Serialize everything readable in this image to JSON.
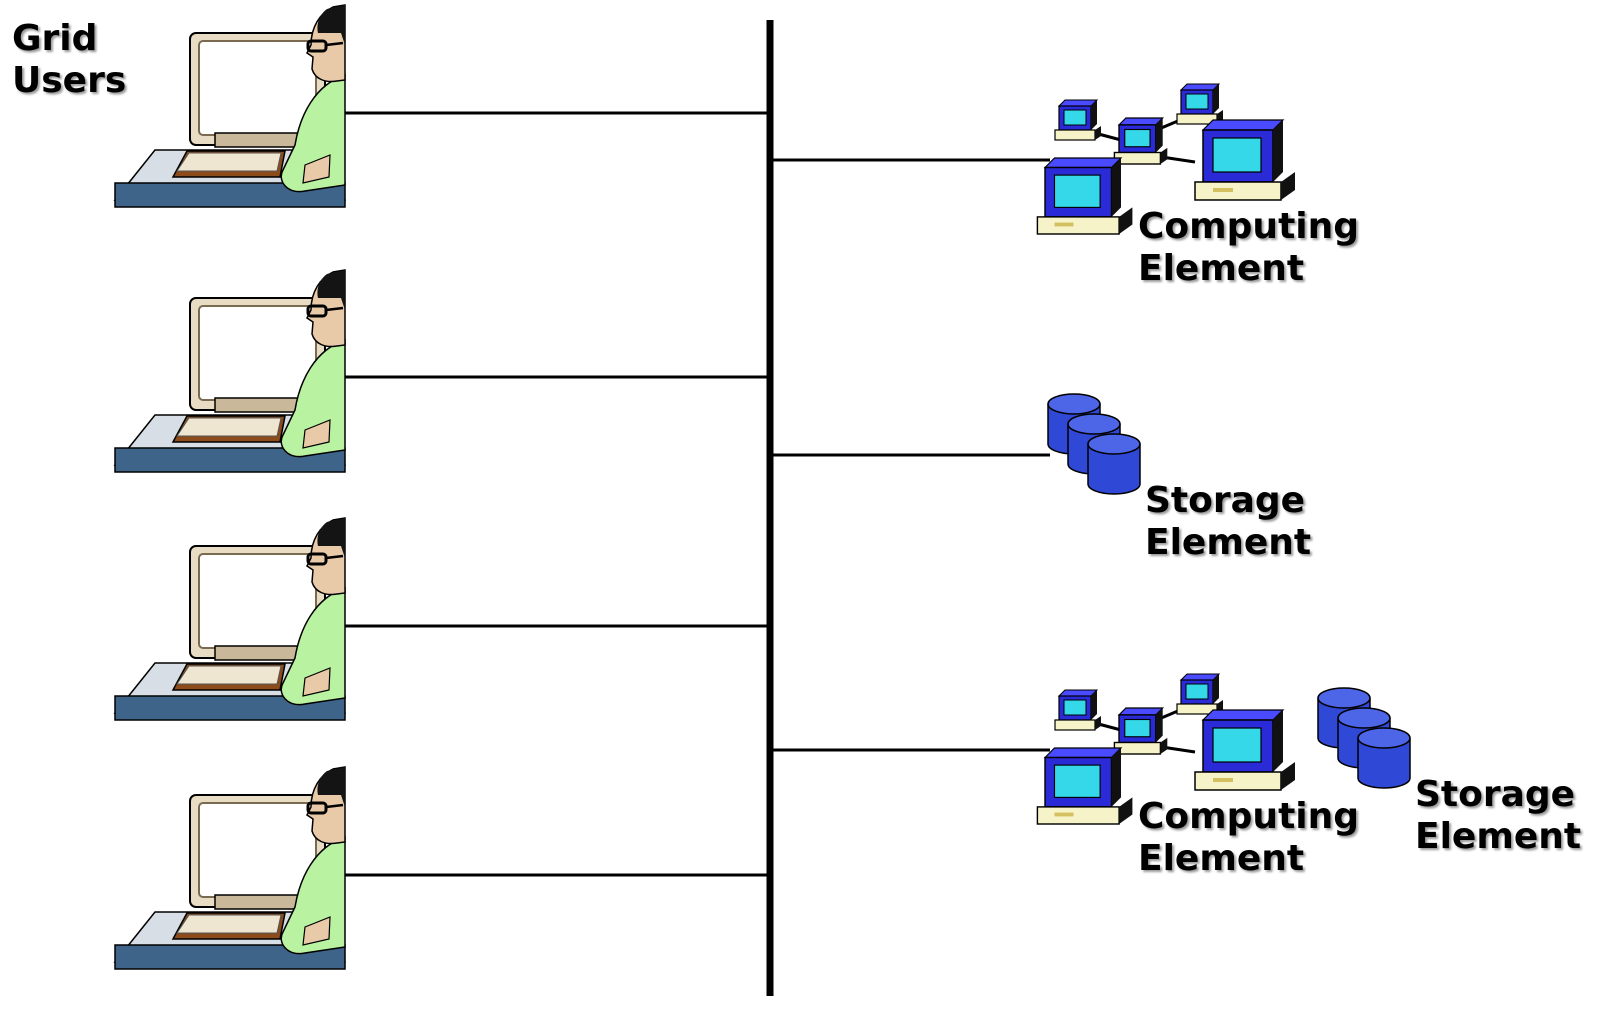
{
  "users_label": {
    "line1": "Grid",
    "line2": "Users"
  },
  "users": [
    {
      "name": "grid-user-1"
    },
    {
      "name": "grid-user-2"
    },
    {
      "name": "grid-user-3"
    },
    {
      "name": "grid-user-4"
    }
  ],
  "resources": [
    {
      "kind": "computing",
      "label_line1": "Computing",
      "label_line2": "Element"
    },
    {
      "kind": "storage",
      "label_line1": "Storage",
      "label_line2": "Element"
    },
    {
      "kind": "computing",
      "label_line1": "Computing",
      "label_line2": "Element"
    },
    {
      "kind": "storage",
      "label_line1": "Storage",
      "label_line2": "Element"
    }
  ],
  "colors": {
    "bus": "#000000",
    "monitor_frame": "#e8dcc4",
    "monitor_screen": "#ffffff",
    "desk_top": "#d8dee6",
    "desk_front": "#3e6489",
    "shirt": "#b9f2a0",
    "cluster_body": "#2a2ad6",
    "cluster_screen": "#35d8e8",
    "storage_fill": "#2f49d6",
    "storage_top": "#4d66e8"
  }
}
